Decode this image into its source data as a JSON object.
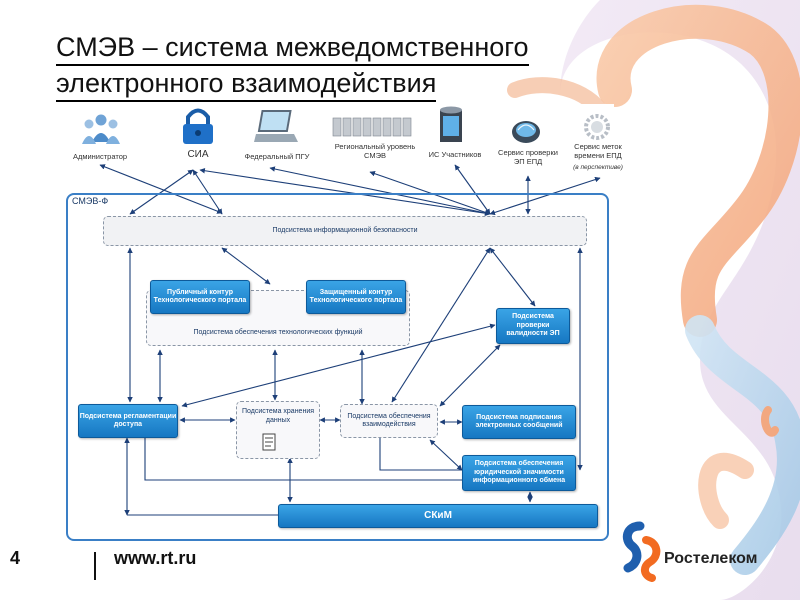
{
  "title": {
    "line1": "СМЭВ – система межведомственного",
    "line2": "электронного взаимодействия"
  },
  "top_icons": [
    {
      "label": "Администратор",
      "icon": "users-icon"
    },
    {
      "label": "СИА",
      "icon": "lock-icon"
    },
    {
      "label": "Федеральный ПГУ",
      "icon": "laptop-icon"
    },
    {
      "label": "Региональный уровень СМЭВ",
      "icon": "servers-icon"
    },
    {
      "label": "ИС Участников",
      "icon": "database-icon"
    },
    {
      "label": "Сервис проверки ЭП ЕПД",
      "icon": "globe-icon"
    },
    {
      "label": "Сервис меток времени ЕПД",
      "sublabel": "(в перспективе)",
      "icon": "gear-icon"
    }
  ],
  "container_label": "СМЭВ-Ф",
  "boxes": {
    "security": "Подсистема информационной безопасности",
    "public_portal": "Публичный контур Технологического портала",
    "protected_portal": "Защищенный контур Технологического портала",
    "tech_functions": "Подсистема обеспечения технологических функций",
    "signature_check": "Подсистема проверки валидности ЭП",
    "access_reg": "Подсистема регламентации доступа",
    "storage": "Подсистема хранения данных",
    "interaction": "Подсистема обеспечения взаимодействия",
    "signing": "Подсистема подписания электронных сообщений",
    "legal": "Подсистема обеспечения юридической значимости информационного обмена",
    "skim": "СКиМ"
  },
  "footer": {
    "page_number": "4",
    "website": "www.rt.ru",
    "brand": "Ростелеком"
  },
  "colors": {
    "accent_blue": "#1677c2",
    "arrow": "#1d3f78",
    "brand_orange": "#f26b21"
  }
}
